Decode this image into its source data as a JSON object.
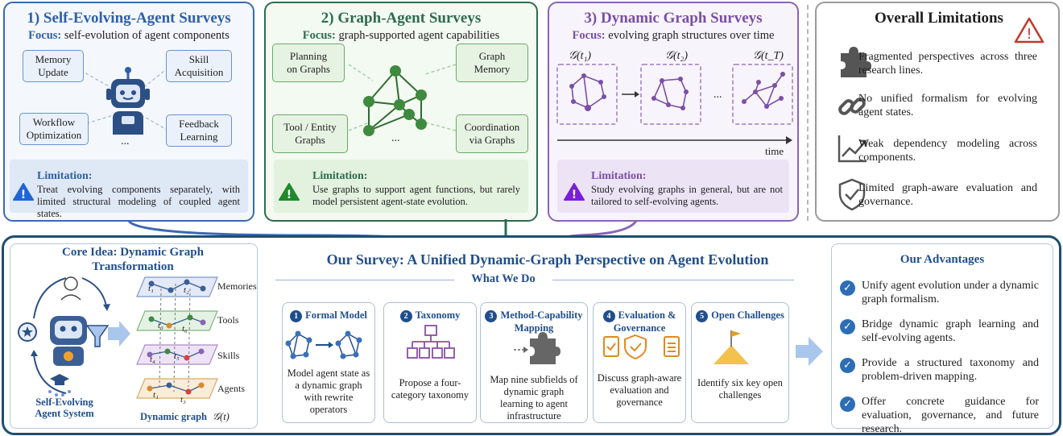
{
  "top_panels": [
    {
      "title": "1) Self-Evolving-Agent Surveys",
      "focus_label": "Focus:",
      "focus_text": "self-evolution of agent components",
      "nodes": [
        "Memory Update",
        "Skill Acquisition",
        "Workflow Optimization",
        "Feedback Learning"
      ],
      "ellipsis": "...",
      "limitation_label": "Limitation:",
      "limitation_text": "Treat evolving components separately, with limited structural modeling of coupled agent states."
    },
    {
      "title": "2) Graph-Agent Surveys",
      "focus_label": "Focus:",
      "focus_text": "graph-supported agent capabilities",
      "nodes": [
        "Planning on Graphs",
        "Graph Memory",
        "Tool / Entity Graphs",
        "Coordination via Graphs"
      ],
      "ellipsis": "...",
      "limitation_label": "Limitation:",
      "limitation_text": "Use graphs to support agent functions, but rarely model persistent agent-state evolution."
    },
    {
      "title": "3) Dynamic Graph Surveys",
      "focus_label": "Focus:",
      "focus_text": "evolving graph structures over time",
      "graph_labels": [
        "𝒢(t₁)",
        "𝒢(t₂)",
        "𝒢(t_T)"
      ],
      "ellipsis": "...",
      "time_label": "time",
      "limitation_label": "Limitation:",
      "limitation_text": "Study evolving graphs in general, but are not tailored to self-evolving agents."
    }
  ],
  "overall": {
    "title": "Overall Limitations",
    "items": [
      {
        "icon": "puzzle-icon",
        "text": "Fragmented perspectives across three research lines."
      },
      {
        "icon": "broken-link-icon",
        "text": "No unified formalism for evolving agent states."
      },
      {
        "icon": "trend-chart-icon",
        "text": "Weak dependency modeling across components."
      },
      {
        "icon": "shield-check-icon",
        "text": "Limited graph-aware evaluation and governance."
      }
    ]
  },
  "core": {
    "title_line1": "Core Idea: Dynamic Graph",
    "title_line2": "Transformation",
    "layers": [
      "Memories",
      "Tools",
      "Skills",
      "Agents"
    ],
    "agent_label_line1": "Self-Evolving",
    "agent_label_line2": "Agent System",
    "dyn_label": "Dynamic graph",
    "dyn_symbol": "𝒢(t)",
    "t_labels": [
      "t₁",
      "t₂",
      "t₃",
      "t₆",
      "t₄",
      "t₅",
      "t₁",
      "t₃"
    ]
  },
  "survey": {
    "title": "Our Survey: A Unified Dynamic-Graph Perspective on Agent Evolution",
    "subtitle": "What We Do",
    "cards": [
      {
        "num": "1",
        "title": "Formal Model",
        "desc": "Model agent state as a dynamic graph with rewrite operators"
      },
      {
        "num": "2",
        "title": "Taxonomy",
        "desc": "Propose a four-category taxonomy"
      },
      {
        "num": "3",
        "title": "Method-Capability Mapping",
        "desc": "Map nine subfields of dynamic graph learning to agent infrastructure"
      },
      {
        "num": "4",
        "title": "Evaluation & Governance",
        "desc": "Discuss graph-aware evaluation and governance"
      },
      {
        "num": "5",
        "title": "Open Challenges",
        "desc": "Identify six key open challenges"
      }
    ]
  },
  "advantages": {
    "title": "Our Advantages",
    "items": [
      "Unify agent evolution under a dynamic graph formalism.",
      "Bridge dynamic graph learning and self-evolving agents.",
      "Provide a structured taxonomy and problem-driven mapping.",
      "Offer concrete guidance for evaluation, governance, and future research."
    ]
  },
  "colors": {
    "blue": "#2f5fa8",
    "green": "#2e6b4f",
    "purple": "#7a4fa6",
    "gray": "#9a9a9a",
    "navy": "#1f4e6e"
  }
}
